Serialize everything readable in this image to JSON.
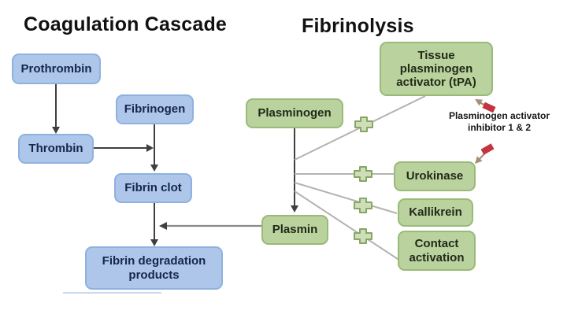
{
  "titles": {
    "coagulation": "Coagulation Cascade",
    "fibrinolysis": "Fibrinolysis"
  },
  "coagulation": {
    "nodes": [
      {
        "label": "Prothrombin"
      },
      {
        "label": "Fibrinogen"
      },
      {
        "label": "Thrombin"
      },
      {
        "label": "Fibrin clot"
      },
      {
        "label": "Fibrin degradation products"
      }
    ]
  },
  "fibrinolysis": {
    "nodes": [
      {
        "label": "Plasminogen"
      },
      {
        "label": "Tissue plasminogen activator (tPA)"
      },
      {
        "label": "Urokinase"
      },
      {
        "label": "Kallikrein"
      },
      {
        "label": "Contact activation"
      },
      {
        "label": "Plasmin"
      }
    ],
    "inhibitor_label": "Plasminogen activator inhibitor 1 & 2"
  },
  "icons": {
    "plus": "activation-plus-icon",
    "block": "inhibition-block-icon",
    "arrow": "flow-arrow"
  },
  "colors": {
    "blue_fill": "#adc6e9",
    "blue_border": "#8eb2e0",
    "blue_text": "#16264f",
    "green_fill": "#b9d29e",
    "green_border": "#9aba77",
    "green_text": "#222a18",
    "dark_line": "#3f3f3f",
    "mid_line": "#8a8a8a",
    "light_line": "#b5b3ae",
    "plus_fill": "#cedfb8",
    "plus_stroke": "#86a567",
    "inhibitor_red": "#c23440",
    "inhibitor_shaft": "#a58f77",
    "title_color": "#111111"
  }
}
